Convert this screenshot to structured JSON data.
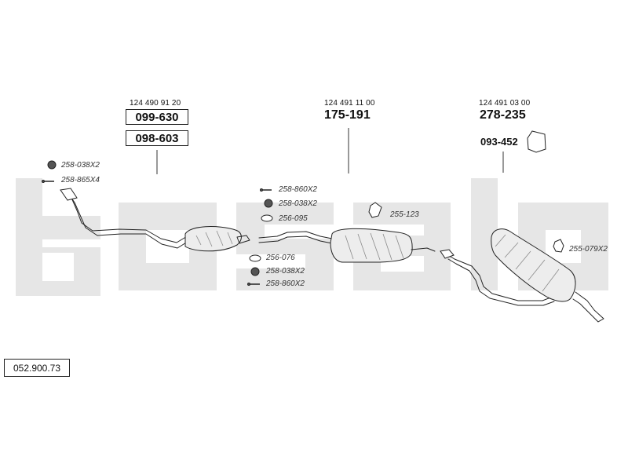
{
  "watermark": {
    "color": "#e6e6e6"
  },
  "groups": [
    {
      "ref_number": "124 490 91 20",
      "codes": [
        "099-630",
        "098-603"
      ]
    },
    {
      "ref_number": "124 491 11 00",
      "codes": [
        "175-191"
      ]
    },
    {
      "ref_number": "124 491 03 00",
      "codes": [
        "278-235",
        "093-452"
      ]
    }
  ],
  "labels": {
    "left_top": "258-038X2",
    "left_second": "258-865X4",
    "mid_1": "258-860X2",
    "mid_2": "258-038X2",
    "mid_3": "256-095",
    "mid_4": "255-123",
    "mid_5": "256-076",
    "mid_6": "258-038X2",
    "mid_7": "258-860X2",
    "right": "255-079X2"
  },
  "footer": {
    "reference": "052.900.73"
  },
  "icons": {
    "left_top_part": "nut-icon",
    "left_second_part": "bolt-icon",
    "mid_1_part": "bolt-icon",
    "mid_2_part": "nut-icon",
    "mid_3_part": "gasket-icon",
    "mid_4_part": "rubber-mount-icon",
    "mid_5_part": "gasket-icon",
    "mid_6_part": "nut-icon",
    "mid_7_part": "bolt-icon",
    "right_part": "rubber-mount-icon",
    "bracket_part": "bracket-icon"
  }
}
